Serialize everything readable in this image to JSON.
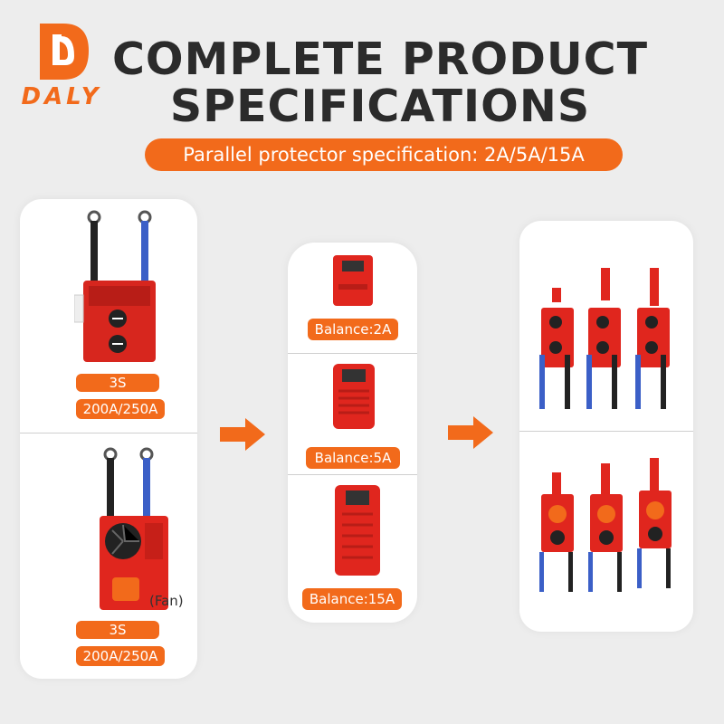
{
  "brand": {
    "name": "DALY",
    "color": "#f26a1b"
  },
  "header": {
    "title_line1": "COMPLETE PRODUCT",
    "title_line2": "SPECIFICATIONS",
    "subtitle": "Parallel protector specification: 2A/5A/15A"
  },
  "left_panel": {
    "bms_standard": {
      "series": "3S",
      "current": "200A/250A"
    },
    "bms_fan": {
      "series": "3S",
      "current": "200A/250A",
      "note": "(Fan)"
    }
  },
  "middle_panel": {
    "items": [
      {
        "label": "Balance:2A"
      },
      {
        "label": "Balance:5A"
      },
      {
        "label": "Balance:15A"
      }
    ]
  },
  "right_panel": {
    "top": "parallel-bms-assembly",
    "bottom": "parallel-fan-bms-assembly"
  },
  "icons": [
    "arrow-right-icon",
    "arrow-right-icon"
  ]
}
